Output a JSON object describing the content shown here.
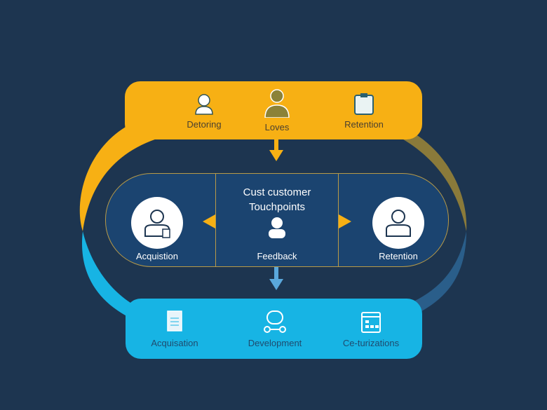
{
  "colors": {
    "background": "#1d3550",
    "top_band": "#f7b014",
    "bottom_band": "#17b4e4",
    "middle": "#1b4470",
    "outline": "#b89a47"
  },
  "top_band": {
    "items": [
      {
        "label": "Detoring",
        "icon": "support-agent-icon"
      },
      {
        "label": "Loves",
        "icon": "person-icon"
      },
      {
        "label": "Retention",
        "icon": "clipboard-icon"
      }
    ]
  },
  "middle": {
    "title_line1": "Cust customer",
    "title_line2": "Touchpoints",
    "left": {
      "label": "Acquistion",
      "icon": "person-badge-icon"
    },
    "center": {
      "label": "Feedback",
      "icon": "person-icon"
    },
    "right": {
      "label": "Retention",
      "icon": "person-icon"
    }
  },
  "bottom_band": {
    "items": [
      {
        "label": "Acquisation",
        "icon": "document-icon"
      },
      {
        "label": "Development",
        "icon": "robot-icon"
      },
      {
        "label": "Ce-turizations",
        "icon": "calendar-icon"
      }
    ]
  }
}
